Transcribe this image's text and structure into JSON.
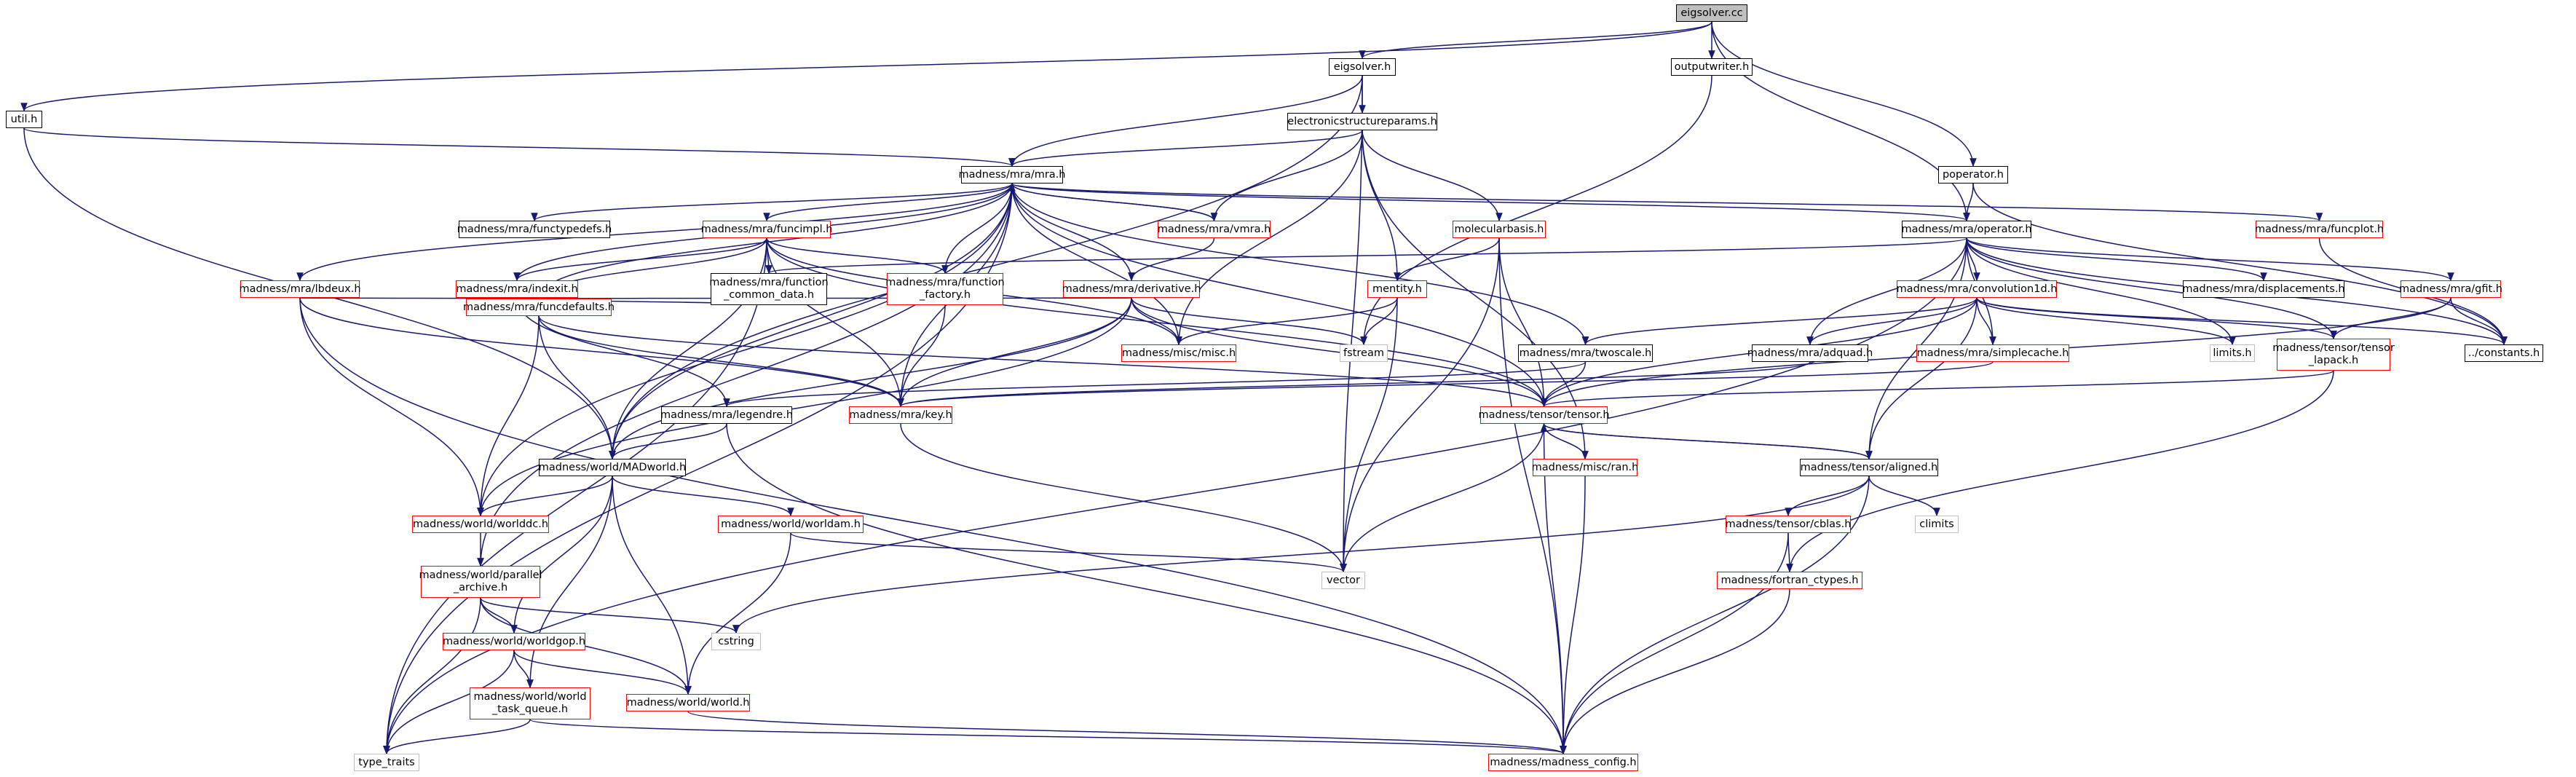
{
  "colors": {
    "edge_blue": "#191970",
    "edge_red": "#8b1a1a",
    "edge_gray": "#63b8ff",
    "box_black": "#000000",
    "box_red": "#ff0000",
    "box_gray": "#bfbfbf",
    "root_fill": "#bfbfbf"
  },
  "nodes": {
    "eigsolver_cc": "eigsolver.cc",
    "util_h": "util.h",
    "eigsolver_h": "eigsolver.h",
    "outputwriter_h": "outputwriter.h",
    "poperator_h": "poperator.h",
    "ecs_params": "electronicstructureparams.h",
    "mra_h": "madness/mra/mra.h",
    "functypedefs": "madness/mra/functypedefs.h",
    "funcimpl": "madness/mra/funcimpl.h",
    "vmra": "madness/mra/vmra.h",
    "molecularbasis": "molecularbasis.h",
    "operator_h": "madness/mra/operator.h",
    "funcplot": "madness/mra/funcplot.h",
    "lbdeux": "madness/mra/lbdeux.h",
    "indexit": "madness/mra/indexit.h",
    "function_common": "madness/mra/function\n_common_data.h",
    "function_factory": "madness/mra/function\n_factory.h",
    "derivative": "madness/mra/derivative.h",
    "mentity": "mentity.h",
    "convolution1d": "madness/mra/convolution1d.h",
    "displacements": "madness/mra/displacements.h",
    "gfit": "madness/mra/gfit.h",
    "funcdefaults": "madness/mra/funcdefaults.h",
    "misc_h": "madness/misc/misc.h",
    "fstream": "fstream",
    "twoscale": "madness/mra/twoscale.h",
    "adquad": "madness/mra/adquad.h",
    "simplecache": "madness/mra/simplecache.h",
    "limits": "limits.h",
    "tensor_lapack": "madness/tensor/tensor\n_lapack.h",
    "constants": "../constants.h",
    "legendre": "madness/mra/legendre.h",
    "key_h": "madness/mra/key.h",
    "tensor_h": "madness/tensor/tensor.h",
    "madworld": "madness/world/MADworld.h",
    "ran_h": "madness/misc/ran.h",
    "aligned": "madness/tensor/aligned.h",
    "worlddc": "madness/world/worlddc.h",
    "worldam": "madness/world/worldam.h",
    "cblas": "madness/tensor/cblas.h",
    "climits": "climits",
    "vector": "vector",
    "parallel_archive": "madness/world/parallel\n_archive.h",
    "fortran_ctypes": "madness/fortran_ctypes.h",
    "cstring": "cstring",
    "worldgop": "madness/world/worldgop.h",
    "world_task_queue": "madness/world/world\n_task_queue.h",
    "world_h": "madness/world/world.h",
    "type_traits": "type_traits",
    "madness_config": "madness/madness_config.h"
  }
}
